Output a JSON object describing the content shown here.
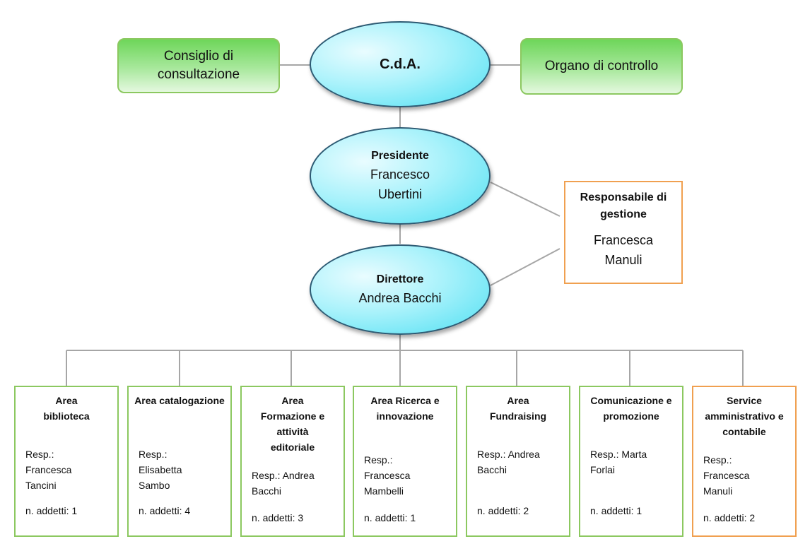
{
  "governance": {
    "consiglio": "Consiglio di consultazione",
    "cda": "C.d.A.",
    "organo": "Organo di controllo"
  },
  "presidente": {
    "role": "Presidente",
    "name": "Francesco Ubertini"
  },
  "direttore": {
    "role": "Direttore",
    "name": "Andrea Bacchi"
  },
  "responsabile_gestione": {
    "role": "Responsabile di gestione",
    "name": "Francesca Manuli"
  },
  "areas": [
    {
      "title": "Area biblioteca",
      "resp": "Resp.: Francesca Tancini",
      "count": "n. addetti: 1"
    },
    {
      "title": "Area catalogazione",
      "resp": "Resp.: Elisabetta Sambo",
      "count": "n. addetti: 4"
    },
    {
      "title": "Area Formazione e attività editoriale",
      "resp": "Resp.: Andrea Bacchi",
      "count": "n. addetti: 3"
    },
    {
      "title": "Area Ricerca e innovazione",
      "resp": "Resp.: Francesca Mambelli",
      "count": "n. addetti: 1"
    },
    {
      "title": "Area Fundraising",
      "resp": "Resp.: Andrea Bacchi",
      "count": "n. addetti: 2"
    },
    {
      "title": "Comunicazione e promozione",
      "resp": "Resp.: Marta Forlai",
      "count": "n. addetti: 1"
    },
    {
      "title": "Service amministrativo e contabile",
      "resp": "Resp.: Francesca Manuli",
      "count": "n. addetti: 2"
    }
  ],
  "colors": {
    "ellipse_fill": "#7fe9f7",
    "green_border": "#8cc860",
    "orange_border": "#f0a050",
    "connector": "#a6a6a6"
  }
}
